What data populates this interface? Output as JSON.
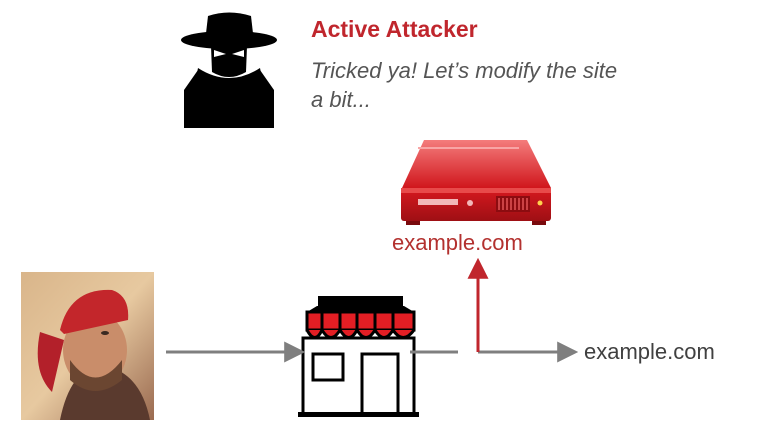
{
  "attacker": {
    "title": "Active Attacker",
    "quote": "Tricked ya! Let’s modify the site a bit...",
    "icon": "spy-icon"
  },
  "server": {
    "label": "example.com",
    "icon": "server-icon",
    "color": "#d9262b"
  },
  "shop": {
    "icon": "storefront-icon"
  },
  "user": {
    "icon": "user-photo"
  },
  "destination": {
    "label": "example.com"
  },
  "colors": {
    "accent": "#c0262d",
    "arrow_gray": "#7f7f7f",
    "arrow_red": "#c0262d",
    "text_gray": "#555555"
  }
}
